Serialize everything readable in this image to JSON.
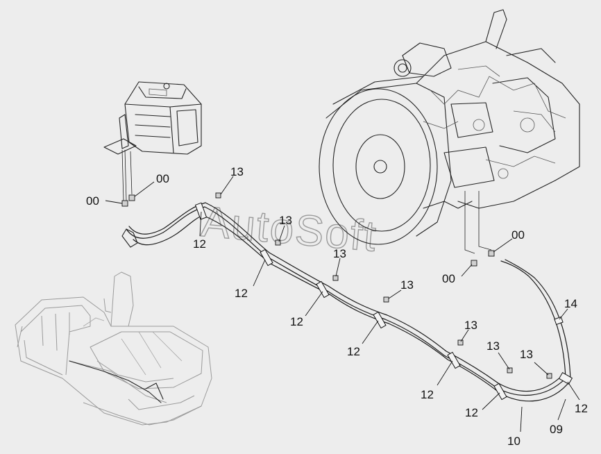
{
  "watermark": "AutoSoft",
  "callouts": [
    {
      "id": "c-00-a",
      "label": "00"
    },
    {
      "id": "c-00-b",
      "label": "00"
    },
    {
      "id": "c-13-a",
      "label": "13"
    },
    {
      "id": "c-12-a",
      "label": "12"
    },
    {
      "id": "c-13-b",
      "label": "13"
    },
    {
      "id": "c-13-c",
      "label": "13"
    },
    {
      "id": "c-12-b",
      "label": "12"
    },
    {
      "id": "c-12-c",
      "label": "12"
    },
    {
      "id": "c-13-d",
      "label": "13"
    },
    {
      "id": "c-12-d",
      "label": "12"
    },
    {
      "id": "c-13-e",
      "label": "13"
    },
    {
      "id": "c-12-e",
      "label": "12"
    },
    {
      "id": "c-13-f",
      "label": "13"
    },
    {
      "id": "c-13-g",
      "label": "13"
    },
    {
      "id": "c-12-f",
      "label": "12"
    },
    {
      "id": "c-10",
      "label": "10"
    },
    {
      "id": "c-09",
      "label": "09"
    },
    {
      "id": "c-12-g",
      "label": "12"
    },
    {
      "id": "c-14",
      "label": "14"
    },
    {
      "id": "c-00-c",
      "label": "00"
    },
    {
      "id": "c-00-d",
      "label": "00"
    }
  ]
}
